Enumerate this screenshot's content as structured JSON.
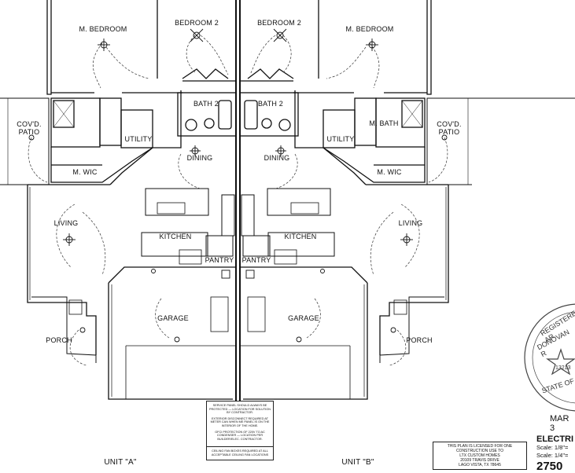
{
  "rooms": {
    "m_bedroom_a": "M. BEDROOM",
    "bedroom2_a": "BEDROOM 2",
    "bedroom2_b": "BEDROOM 2",
    "m_bedroom_b": "M. BEDROOM",
    "bath2_a": "BATH 2",
    "bath2_b": "BATH 2",
    "covd_patio_a_1": "COV'D.",
    "covd_patio_a_2": "PATIO",
    "covd_patio_b_1": "COV'D.",
    "covd_patio_b_2": "PATIO",
    "utility_a": "UTILITY",
    "utility_b": "UTILITY",
    "m_bath_b": "M. BATH",
    "m_wic_a": "M. WIC",
    "m_wic_b": "M. WIC",
    "dining_a": "DINING",
    "dining_b": "DINING",
    "living_a": "LIVING",
    "living_b": "LIVING",
    "kitchen_a": "KITCHEN",
    "kitchen_b": "KITCHEN",
    "pantry_a": "PANTRY",
    "pantry_b": "PANTRY",
    "garage_a": "GARAGE",
    "garage_b": "GARAGE",
    "porch_a": "PORCH",
    "porch_b": "PORCH"
  },
  "units": {
    "a": "UNIT \"A\"",
    "b": "UNIT \"B\""
  },
  "notes": [
    "SERVICE PANEL SHOULD ALWAYS BE PROTECTED — LOCATION FOR SOLUTION BY CONTRACTOR.",
    "EXTERIOR DISCONNECT REQUIRED AT METER CAN WHEN ME PANEL IS ON THE INTERIOR OF THE HOME.",
    "GFCI PROTECTION OF 220V TO AC CONDENSER — LOCATION PER BUILDER/ELEC. CONTRACTOR."
  ],
  "ceiling_note": "CEILING FAN BOXES REQUIRED AT ALL ACCEPTABLE CEILING FAN LOCATIONS",
  "license": {
    "line1": "THIS PLAN IS LICENSED FOR ONE",
    "line2": "CONSTRUCTION USE TO",
    "line3": "LTX CUSTOM HOMES",
    "line4": "20109 TRAVIS DRIVE",
    "line5": "LAGO VISTA, TX 78645"
  },
  "title_block": {
    "date": "MAR 3",
    "title": "ELECTRI",
    "scale1": "Scale: 1/8\"=",
    "scale2": "Scale: 1/4\"=",
    "sheet": "2750"
  },
  "seal": {
    "line1": "REGISTERED AR",
    "line2": "DONOVAN R",
    "number": "13213",
    "line3": "STATE OF"
  },
  "colors": {
    "ink": "#111111",
    "paper": "#ffffff"
  }
}
